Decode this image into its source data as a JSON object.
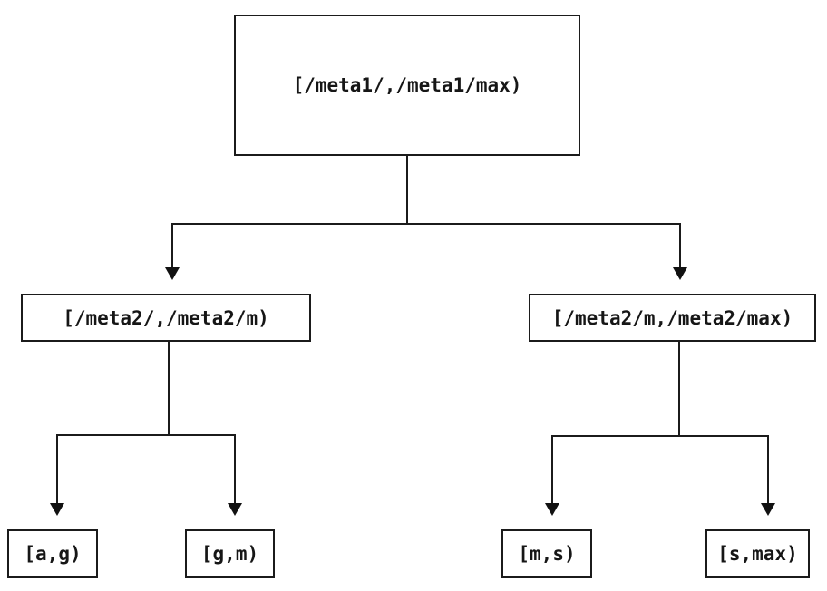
{
  "diagram": {
    "type": "interval-partition-tree",
    "colors": {
      "background": "#ffffff",
      "line": "#1b1b1b",
      "text": "#161616",
      "node_fill": "#ffffff"
    },
    "nodes": {
      "root": {
        "label": "[/meta1/,/meta1/max)"
      },
      "left": {
        "label": "[/meta2/,/meta2/m)"
      },
      "right": {
        "label": "[/meta2/m,/meta2/max)"
      },
      "leaf_ag": {
        "label": "[a,g)"
      },
      "leaf_gm": {
        "label": "[g,m)"
      },
      "leaf_ms": {
        "label": "[m,s)"
      },
      "leaf_smax": {
        "label": "[s,max)"
      }
    },
    "edges": [
      {
        "from": "root",
        "to": "left"
      },
      {
        "from": "root",
        "to": "right"
      },
      {
        "from": "left",
        "to": "leaf_ag"
      },
      {
        "from": "left",
        "to": "leaf_gm"
      },
      {
        "from": "right",
        "to": "leaf_ms"
      },
      {
        "from": "right",
        "to": "leaf_smax"
      }
    ]
  }
}
